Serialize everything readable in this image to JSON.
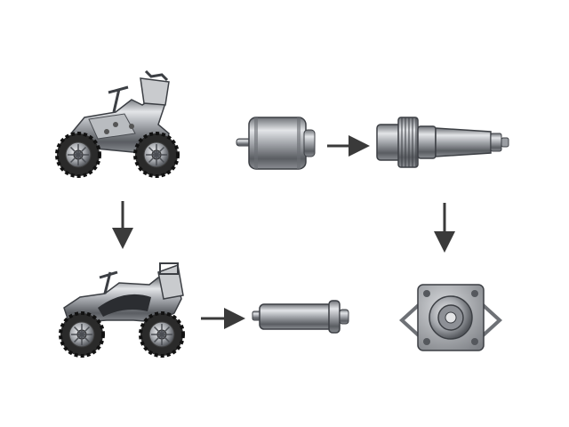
{
  "diagram": {
    "components": [
      {
        "id": "atv-top",
        "kind": "atv-vehicle"
      },
      {
        "id": "motor-cylinder",
        "kind": "motor-cylinder"
      },
      {
        "id": "geared-shaft",
        "kind": "geared-shaft"
      },
      {
        "id": "atv-bottom",
        "kind": "atv-vehicle"
      },
      {
        "id": "slim-cylinder",
        "kind": "slim-cylinder"
      },
      {
        "id": "flange-mount",
        "kind": "flange-mount"
      }
    ],
    "arrows": [
      {
        "from": "motor-cylinder",
        "to": "geared-shaft"
      },
      {
        "from": "atv-top",
        "to": "atv-bottom"
      },
      {
        "from": "geared-shaft",
        "to": "flange-mount"
      },
      {
        "from": "atv-bottom",
        "to": "slim-cylinder"
      }
    ]
  },
  "colors": {
    "background": "#ffffff",
    "metal_dark": "#4a4d52",
    "metal_mid": "#8d9096",
    "metal_light": "#d7d9dc",
    "tire": "#2a2a2a",
    "arrow": "#3a3a3a"
  }
}
